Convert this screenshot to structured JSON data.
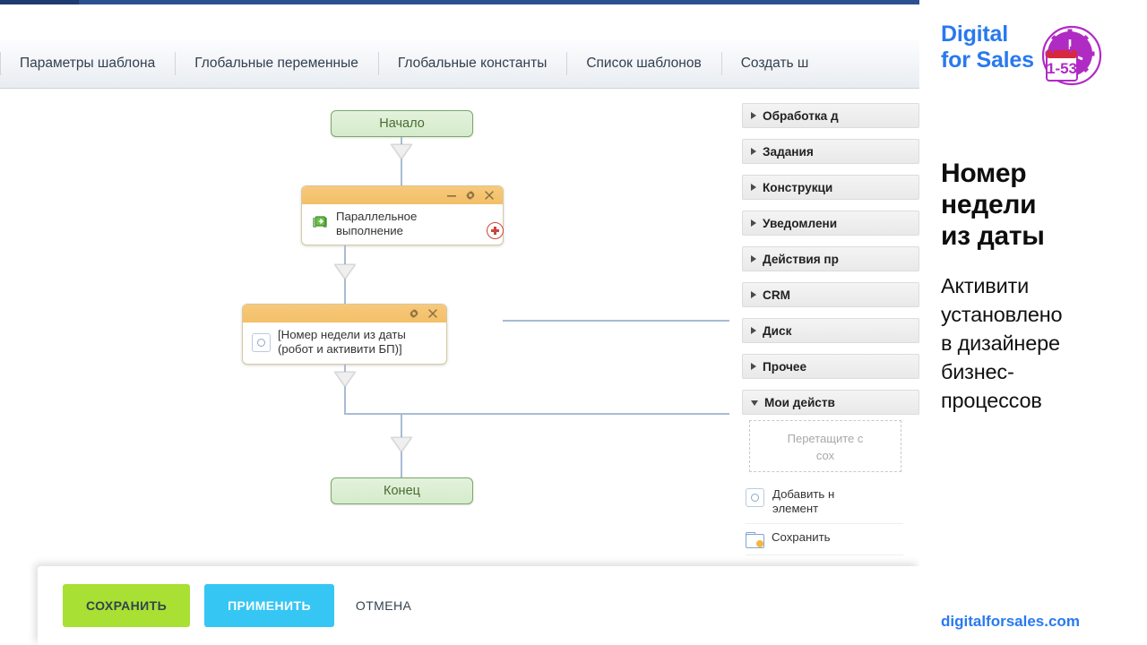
{
  "window": {
    "menu_items": [
      {
        "label": "Параметры шаблона"
      },
      {
        "label": "Глобальные переменные"
      },
      {
        "label": "Глобальные константы"
      },
      {
        "label": "Список шаблонов"
      },
      {
        "label": "Создать ш"
      }
    ]
  },
  "diagram": {
    "start_node": "Начало",
    "end_node": "Конец",
    "parallel_node": {
      "label": "Параллельное\nвыполнение",
      "icon": "parallel-fork-icon",
      "buttons": [
        "minimize-icon",
        "gear-icon",
        "close-icon"
      ],
      "add_button": "plus-icon"
    },
    "activity_node": {
      "label": "[Номер недели из даты\n(робот и активити БП)]",
      "icon": "activity-circle-icon",
      "buttons": [
        "gear-icon",
        "close-icon"
      ]
    }
  },
  "sidebar": {
    "groups": [
      {
        "label": "Обработка д",
        "open": false
      },
      {
        "label": "Задания",
        "open": false
      },
      {
        "label": "Конструкци",
        "open": false
      },
      {
        "label": "Уведомлени",
        "open": false
      },
      {
        "label": "Действия пр",
        "open": false
      },
      {
        "label": "CRM",
        "open": false
      },
      {
        "label": "Диск",
        "open": false
      },
      {
        "label": "Прочее",
        "open": false
      },
      {
        "label": "Мои действ",
        "open": true
      }
    ],
    "dropzone": "Перетащите с\nсох",
    "my_actions": [
      {
        "label": "Добавить н\nэлемент",
        "icon": "activity-circle-icon"
      },
      {
        "label": "Сохранить",
        "icon": "folder-icon"
      }
    ]
  },
  "actionbar": {
    "save_label": "СОХРАНИТЬ",
    "apply_label": "ПРИМЕНИТЬ",
    "cancel_label": "ОТМЕНА"
  },
  "overlay": {
    "brand_line1": "Digital",
    "brand_line2": "for Sales",
    "logo_badge": "1-53",
    "title": "Номер\nнедели\nиз даты",
    "subtitle": "Активити\nустановлено\nв дизайнере\nбизнес-\nпроцессов",
    "url": "digitalforsales.com"
  },
  "colors": {
    "accent_blue": "#2979f0",
    "logo_purple": "#b02bc4",
    "save_green": "#a8e033",
    "apply_blue": "#35c6f4",
    "node_orange": "#f3bf68",
    "node_green": "#d5ebcb",
    "edge": "#a8bcd4"
  }
}
